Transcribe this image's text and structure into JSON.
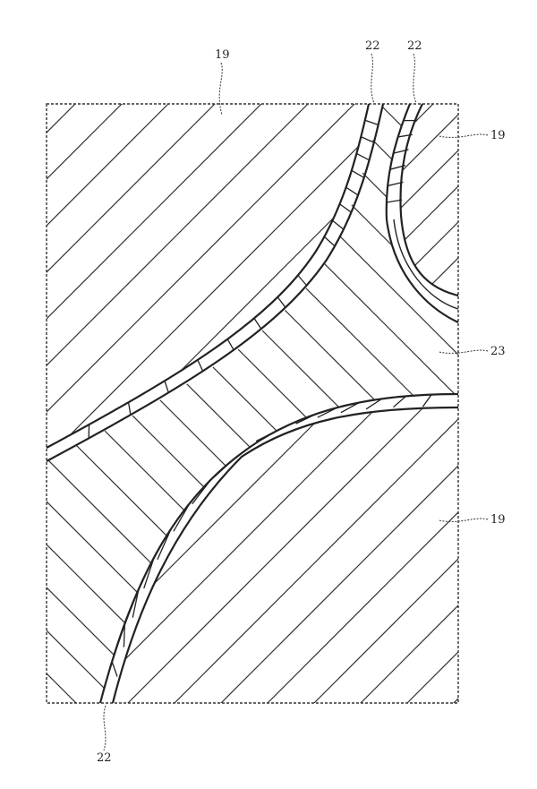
{
  "figure": {
    "labels": {
      "top_left_19": "19",
      "top_right_19": "19",
      "right_19": "19",
      "right_23": "23",
      "top_22_a": "22",
      "top_22_b": "22",
      "bottom_22": "22"
    },
    "regions": [
      "19",
      "23"
    ],
    "boundary_layer": "22"
  }
}
